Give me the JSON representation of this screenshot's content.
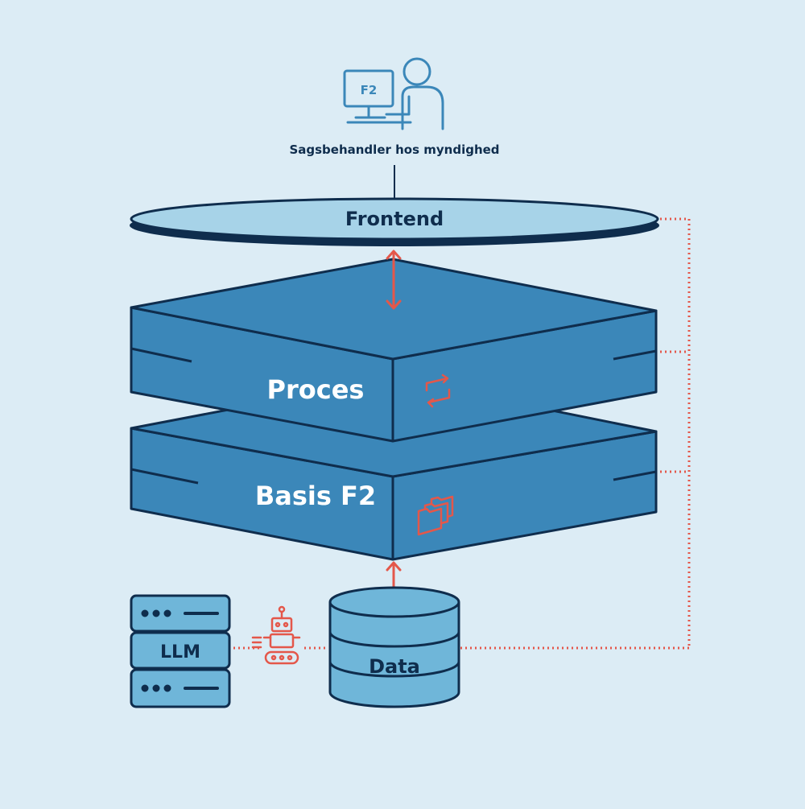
{
  "user": {
    "label": "Sagsbehandler hos myndighed",
    "screen_text": "F2"
  },
  "layers": {
    "frontend": "Frontend",
    "proces": "Proces",
    "basis": "Basis F2"
  },
  "data_store": {
    "label": "Data"
  },
  "llm_server": {
    "label": "LLM"
  },
  "icons": {
    "user": "user-at-computer-icon",
    "proces": "process-arrows-icon",
    "basis": "folders-icon",
    "robot": "robot-icon",
    "database": "database-icon",
    "server": "server-rack-icon"
  },
  "colors": {
    "background": "#dcecf5",
    "dark_navy": "#0f2d4d",
    "layer_blue": "#3b87b9",
    "frontend_fill": "#a7d3e8",
    "data_fill": "#6fb6d9",
    "user_icon": "#3b87b9",
    "accent_red": "#e4574a"
  }
}
